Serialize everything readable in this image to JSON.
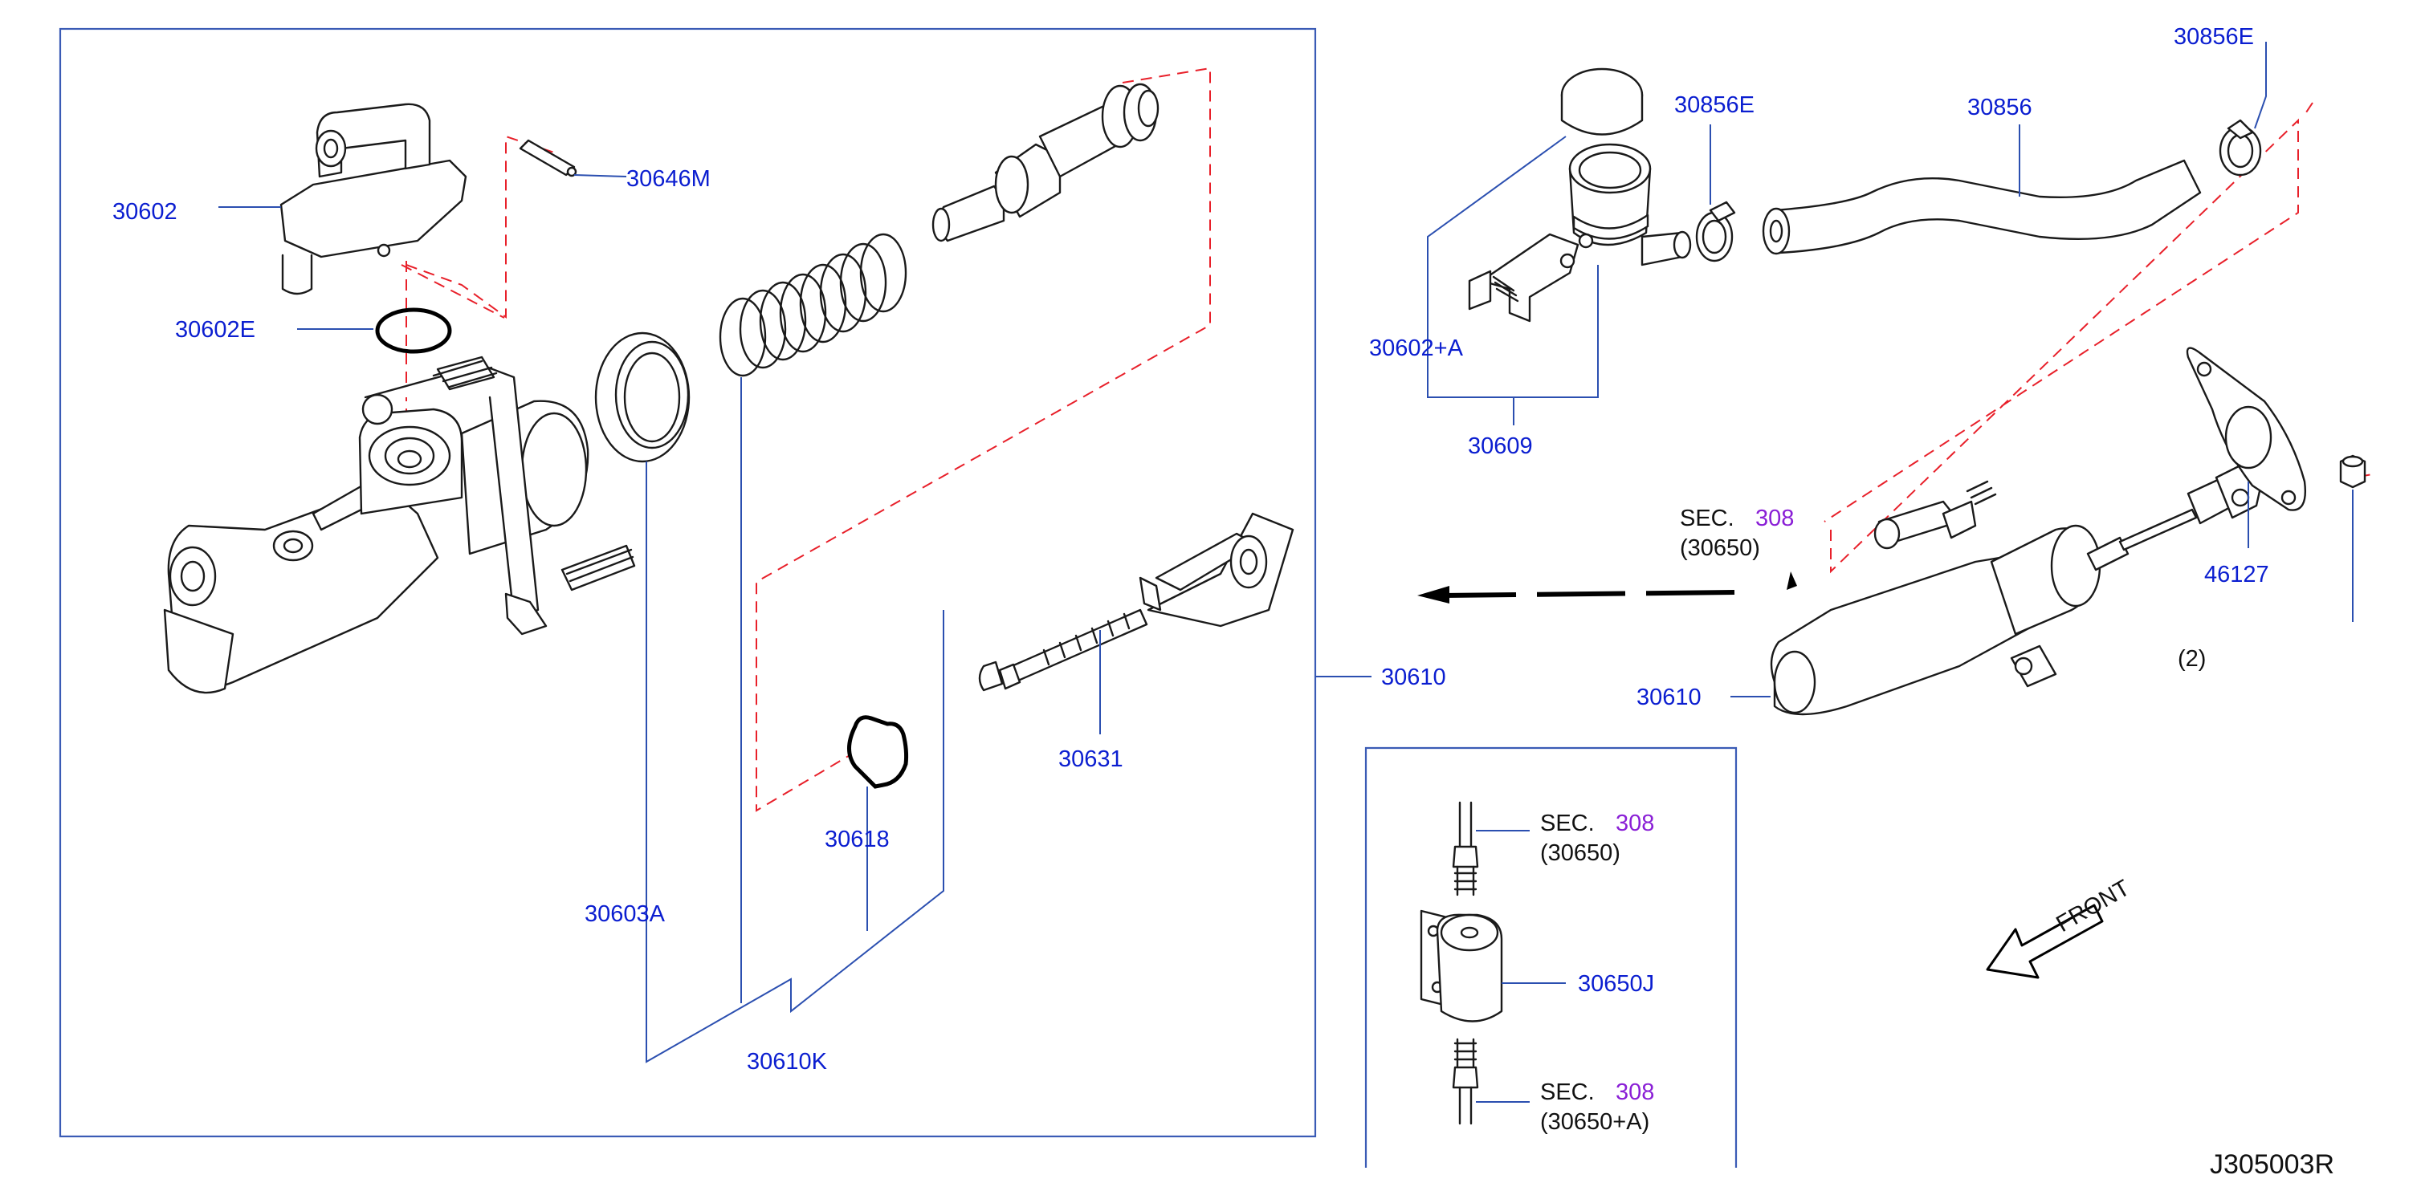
{
  "diagram_id": "J305003R",
  "labels": {
    "p30602": "30602",
    "p30646M": "30646M",
    "p30602E": "30602E",
    "p30603A": "30603A",
    "p30610K": "30610K",
    "p30618": "30618",
    "p30631": "30631",
    "p30610_main": "30610",
    "p30856E_a": "30856E",
    "p30856E_b": "30856E",
    "p30856": "30856",
    "p30602A": "30602+A",
    "p30609": "30609",
    "p46127": "46127",
    "p30610_right": "30610",
    "p30650J": "30650J",
    "p08911_qty": "(2)"
  },
  "sec_refs": [
    {
      "sec": "SEC.",
      "num": "308",
      "ref": "(30650)"
    },
    {
      "sec": "SEC.",
      "num": "308",
      "ref": "(30650)"
    },
    {
      "sec": "SEC.",
      "num": "308",
      "ref": "(30650+A)"
    }
  ],
  "front": {
    "label": "FRONT"
  },
  "colors": {
    "part_number": "#0b1ed0",
    "section_number": "#8a1fd6",
    "frame": "#3a5bb5",
    "dashed_guide": "#e8202a"
  }
}
